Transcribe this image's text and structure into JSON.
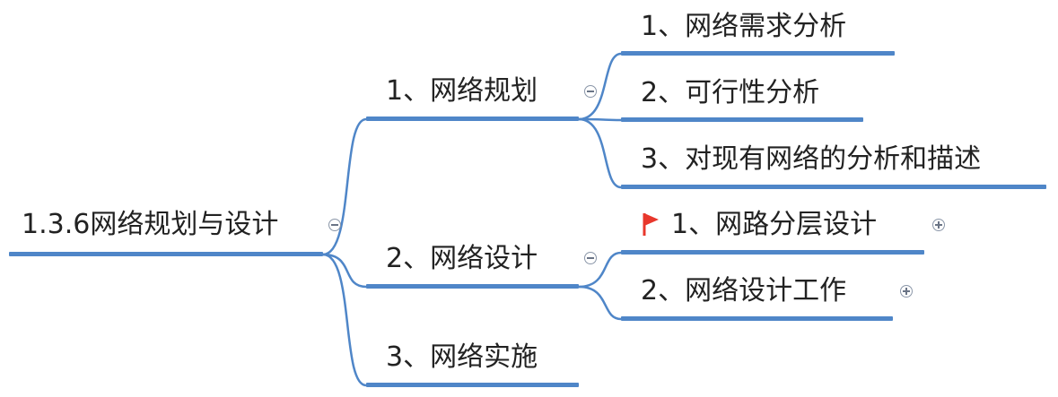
{
  "colors": {
    "line": "#4f86c8",
    "flag": "#e8372c",
    "text": "#222222"
  },
  "root": {
    "label": "1.3.6网络规划与设计",
    "toggle": "collapse"
  },
  "branches": [
    {
      "label": "1、网络规划",
      "toggle": "collapse",
      "children": [
        {
          "label": "1、网络需求分析"
        },
        {
          "label": "2、可行性分析"
        },
        {
          "label": "3、对现有网络的分析和描述"
        }
      ]
    },
    {
      "label": "2、网络设计",
      "toggle": "collapse",
      "children": [
        {
          "label": "1、网路分层设计",
          "marker": "flag-icon",
          "toggle": "expand"
        },
        {
          "label": "2、网络设计工作",
          "toggle": "expand"
        }
      ]
    },
    {
      "label": "3、网络实施"
    }
  ]
}
